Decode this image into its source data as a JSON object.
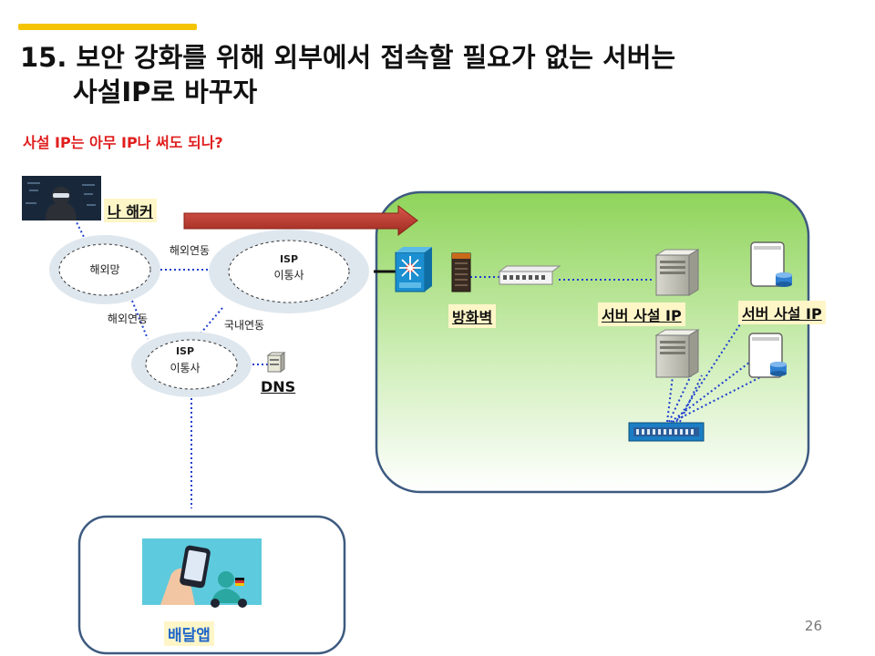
{
  "slide": {
    "title_line1": "15. 보안 강화를 위해 외부에서 접속할 필요가 없는 서버는",
    "title_line2": "사설IP로 바꾸자",
    "subtitle": "사설 IP는 아무 IP나 써도 되나?",
    "page_number": "26",
    "accent_color": "#f5c400",
    "subtitle_color": "#e01e1e"
  },
  "diagram": {
    "hacker_label": "나 해커",
    "overseas_net": "해외망",
    "overseas_link_top": "해외연동",
    "overseas_link_left": "해외연동",
    "domestic_link": "국내연동",
    "isp_top": {
      "line1": "ISP",
      "line2": "이통사"
    },
    "isp_bottom": {
      "line1": "ISP",
      "line2": "이통사"
    },
    "dns_label": "DNS",
    "firewall_label": "방화벽",
    "server_label_1": "서버 사설 IP",
    "server_label_2": "서버 사설 IP",
    "delivery_app_label": "배달앱",
    "internal_zone_color": "#8fd45a",
    "arrow_color": "#c0392b"
  }
}
